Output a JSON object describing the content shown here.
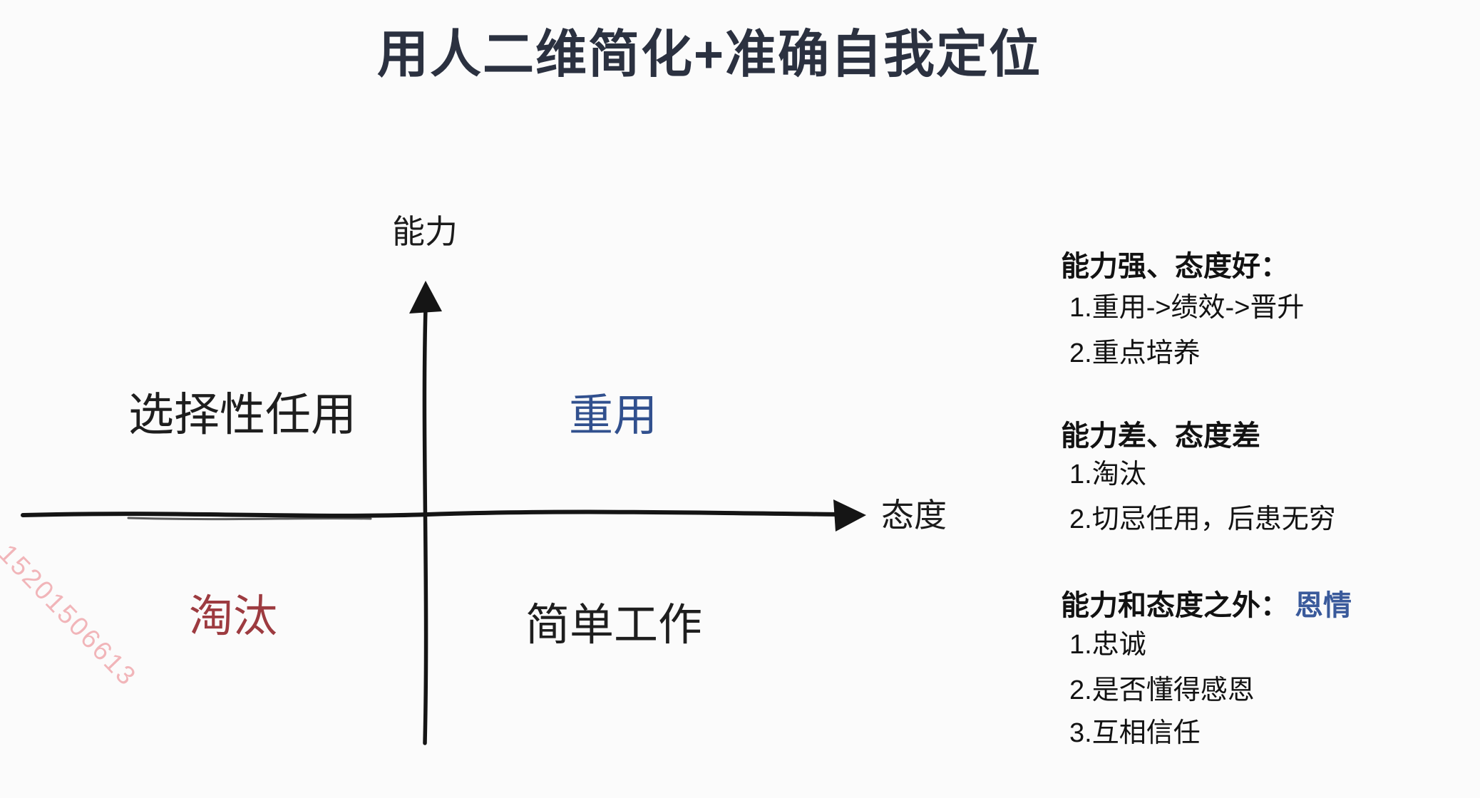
{
  "title": "用人二维简化+准确自我定位",
  "watermark": "15201506613",
  "diagram": {
    "type": "quadrant",
    "y_axis_label": "能力",
    "x_axis_label": "态度",
    "quadrants": {
      "top_left": "选择性任用",
      "top_right": "重用",
      "bottom_left": "淘汰",
      "bottom_right": "简单工作"
    }
  },
  "notes": [
    {
      "heading": "能力强、态度好：",
      "items": [
        "1.重用->绩效->晋升",
        "2.重点培养"
      ]
    },
    {
      "heading": "能力差、态度差",
      "items": [
        "1.淘汰",
        "2.切忌任用，后患无穷"
      ]
    },
    {
      "heading": "能力和态度之外：",
      "heading_highlight": "恩情",
      "items": [
        "1.忠诚",
        "2.是否懂得感恩",
        "3.互相信任"
      ]
    }
  ],
  "colors": {
    "background": "#fbfbfb",
    "title": "#2b3140",
    "text": "#1b1b1b",
    "axis_ink": "#151515",
    "accent_blue": "#31508e",
    "highlight_blue": "#3a5a9b",
    "accent_red": "#9d3b40",
    "watermark_pink": "#f1b5b9"
  }
}
